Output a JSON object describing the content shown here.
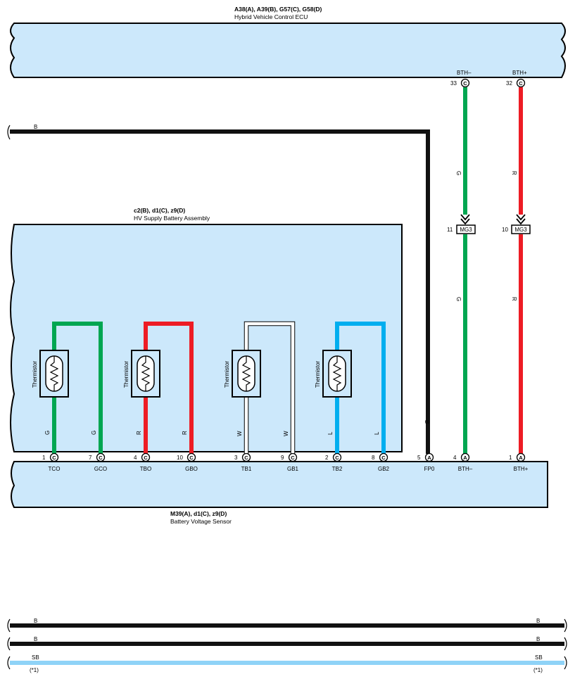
{
  "ecu": {
    "connectors": "A38(A), A39(B), G57(C), G58(D)",
    "name": "Hybrid Vehicle Control ECU",
    "pins": [
      {
        "num": "33",
        "letter": "C",
        "label": "BTH–"
      },
      {
        "num": "32",
        "letter": "C",
        "label": "BTH+"
      }
    ]
  },
  "battery": {
    "connectors": "c2(B), d1(C), z9(D)",
    "name": "HV Supply Battery Assembly",
    "thermistor_label": "Thermistor"
  },
  "sensor": {
    "connectors": "M39(A), d1(C), z9(D)",
    "name": "Battery Voltage Sensor",
    "pins": [
      {
        "num": "1",
        "letter": "C",
        "label": "TCO",
        "wire": "G"
      },
      {
        "num": "7",
        "letter": "C",
        "label": "GCO",
        "wire": "G"
      },
      {
        "num": "4",
        "letter": "C",
        "label": "TBO",
        "wire": "R"
      },
      {
        "num": "10",
        "letter": "C",
        "label": "GBO",
        "wire": "R"
      },
      {
        "num": "3",
        "letter": "C",
        "label": "TB1",
        "wire": "W"
      },
      {
        "num": "9",
        "letter": "C",
        "label": "GB1",
        "wire": "W"
      },
      {
        "num": "2",
        "letter": "C",
        "label": "TB2",
        "wire": "L"
      },
      {
        "num": "8",
        "letter": "C",
        "label": "GB2",
        "wire": "L"
      },
      {
        "num": "5",
        "letter": "A",
        "label": "FP0",
        "wire": "B"
      },
      {
        "num": "4",
        "letter": "A",
        "label": "BTH–",
        "wire": "G"
      },
      {
        "num": "1",
        "letter": "A",
        "label": "BTH+",
        "wire": "R"
      }
    ]
  },
  "junction": {
    "name": "MG3",
    "pins": [
      {
        "num": "11",
        "wire": "G"
      },
      {
        "num": "10",
        "wire": "R"
      }
    ]
  },
  "top_wire_label": "B",
  "bottom_wires": [
    {
      "label": "B",
      "note": ""
    },
    {
      "label": "B",
      "note": ""
    },
    {
      "label": "SB",
      "note": "(*1)"
    }
  ],
  "colors": {
    "G": "#00a651",
    "R": "#ed1c24",
    "W": "#ffffff",
    "L": "#00aeef",
    "B": "#111111",
    "SB": "#8fd3f7",
    "box_fill": "#cce8fb"
  }
}
